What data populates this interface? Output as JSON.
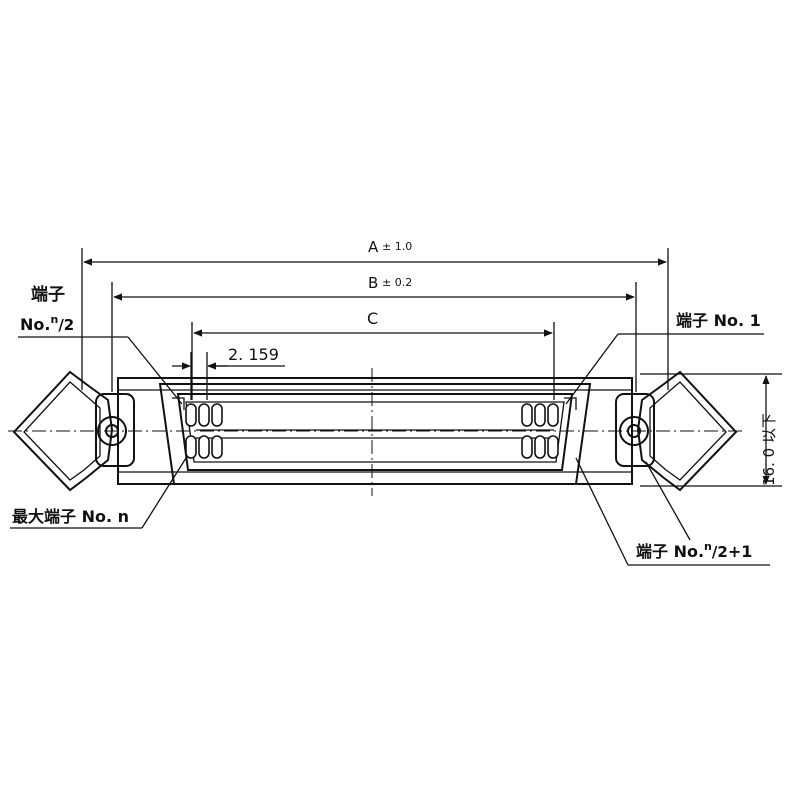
{
  "dimensions": {
    "a": "A",
    "a_tol": "± 1.0",
    "b": "B",
    "b_tol": "± 0.2",
    "c": "C",
    "pitch": "2. 159",
    "height": "16. 0 以下"
  },
  "callouts": {
    "terminal_half": {
      "line1": "端子",
      "line2_prefix": "No.",
      "sup": "n",
      "frac": "/2"
    },
    "terminal_1": "端子 No. 1",
    "terminal_max": "最大端子 No. n",
    "terminal_half_plus_1": {
      "prefix": "端子 No.",
      "sup": "n",
      "frac": "/2",
      "suffix": "+1"
    }
  }
}
